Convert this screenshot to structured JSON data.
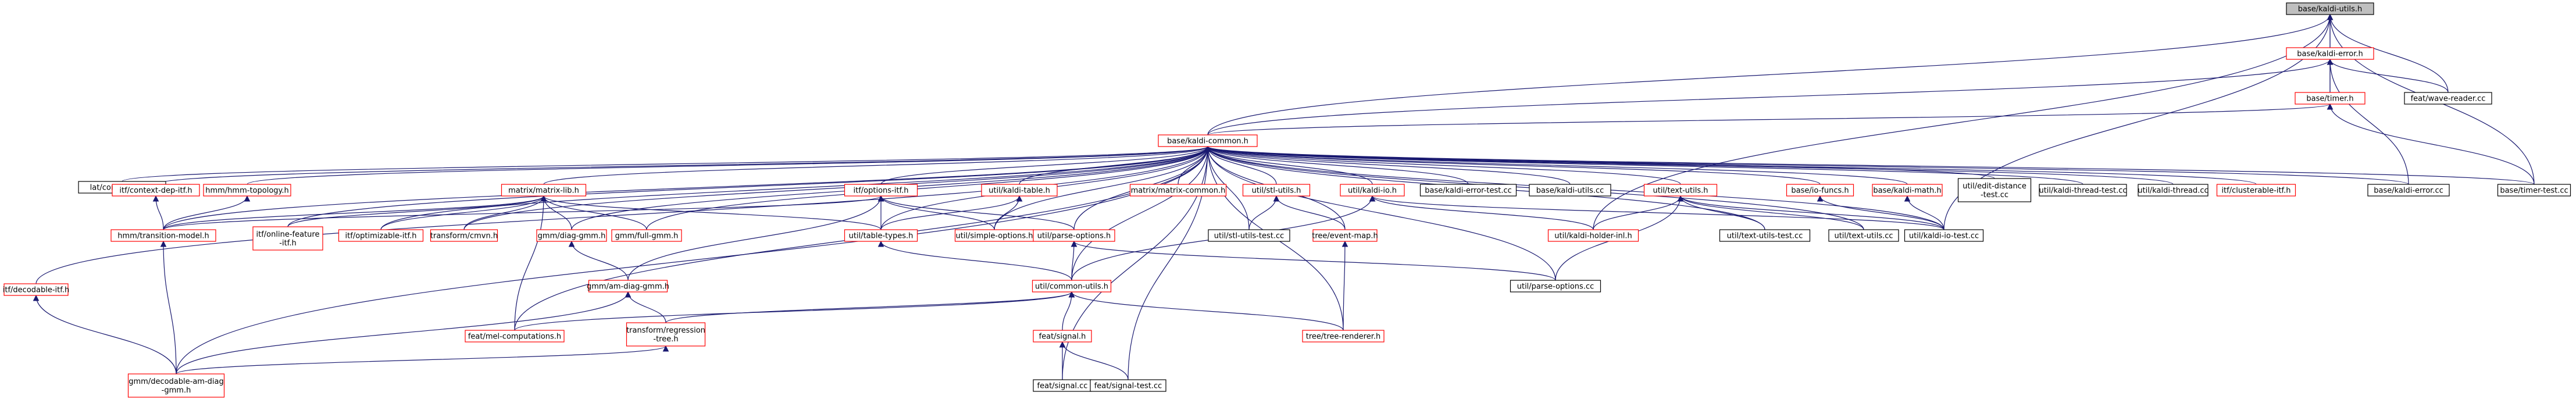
{
  "colors": {
    "edge": "#191970",
    "node_fill": "#ffffff",
    "node_border_missing": "#ff0000",
    "node_border_file": "#000000",
    "highlight_fill": "#bfbfbf",
    "highlight_border": "#000000"
  },
  "graph": {
    "nodes": [
      {
        "id": "n0",
        "lines": [
          "base/kaldi-utils.h"
        ],
        "style": "highlight"
      },
      {
        "id": "n1",
        "lines": [
          "base/kaldi-error.h"
        ],
        "style": "red"
      },
      {
        "id": "n2",
        "lines": [
          "base/timer.h"
        ],
        "style": "red"
      },
      {
        "id": "n3",
        "lines": [
          "feat/wave-reader.cc"
        ],
        "style": "black"
      },
      {
        "id": "n4",
        "lines": [
          "base/kaldi-common.h"
        ],
        "style": "red"
      },
      {
        "id": "n5",
        "lines": [
          "lat/confidence.cc"
        ],
        "style": "black"
      },
      {
        "id": "n6",
        "lines": [
          "itf/context-dep-itf.h"
        ],
        "style": "red"
      },
      {
        "id": "n7",
        "lines": [
          "hmm/hmm-topology.h"
        ],
        "style": "red"
      },
      {
        "id": "n8",
        "lines": [
          "matrix/matrix-lib.h"
        ],
        "style": "red"
      },
      {
        "id": "n9",
        "lines": [
          "itf/options-itf.h"
        ],
        "style": "red"
      },
      {
        "id": "n10",
        "lines": [
          "util/kaldi-table.h"
        ],
        "style": "red"
      },
      {
        "id": "n11",
        "lines": [
          "matrix/matrix-common.h"
        ],
        "style": "red"
      },
      {
        "id": "n12",
        "lines": [
          "util/stl-utils.h"
        ],
        "style": "red"
      },
      {
        "id": "n13",
        "lines": [
          "util/kaldi-io.h"
        ],
        "style": "red"
      },
      {
        "id": "n14",
        "lines": [
          "base/kaldi-error-test.cc"
        ],
        "style": "black"
      },
      {
        "id": "n15",
        "lines": [
          "base/kaldi-utils.cc"
        ],
        "style": "black"
      },
      {
        "id": "n16",
        "lines": [
          "util/text-utils.h"
        ],
        "style": "red"
      },
      {
        "id": "n17",
        "lines": [
          "base/io-funcs.h"
        ],
        "style": "red"
      },
      {
        "id": "n18",
        "lines": [
          "base/kaldi-math.h"
        ],
        "style": "red"
      },
      {
        "id": "n19",
        "lines": [
          "util/edit-distance",
          "-test.cc"
        ],
        "style": "black"
      },
      {
        "id": "n20",
        "lines": [
          "util/kaldi-thread-test.cc"
        ],
        "style": "black"
      },
      {
        "id": "n21",
        "lines": [
          "util/kaldi-thread.cc"
        ],
        "style": "black"
      },
      {
        "id": "n22",
        "lines": [
          "itf/clusterable-itf.h"
        ],
        "style": "red"
      },
      {
        "id": "n23",
        "lines": [
          "base/kaldi-error.cc"
        ],
        "style": "black"
      },
      {
        "id": "n24",
        "lines": [
          "base/timer-test.cc"
        ],
        "style": "black"
      },
      {
        "id": "n25",
        "lines": [
          "itf/decodable-itf.h"
        ],
        "style": "red"
      },
      {
        "id": "n26",
        "lines": [
          "hmm/transition-model.h"
        ],
        "style": "red"
      },
      {
        "id": "n27",
        "lines": [
          "itf/online-feature",
          "-itf.h"
        ],
        "style": "red"
      },
      {
        "id": "n28",
        "lines": [
          "itf/optimizable-itf.h"
        ],
        "style": "red"
      },
      {
        "id": "n29",
        "lines": [
          "transform/cmvn.h"
        ],
        "style": "red"
      },
      {
        "id": "n30",
        "lines": [
          "gmm/diag-gmm.h"
        ],
        "style": "red"
      },
      {
        "id": "n31",
        "lines": [
          "gmm/full-gmm.h"
        ],
        "style": "red"
      },
      {
        "id": "n32",
        "lines": [
          "util/table-types.h"
        ],
        "style": "red"
      },
      {
        "id": "n33",
        "lines": [
          "util/simple-options.h"
        ],
        "style": "red"
      },
      {
        "id": "n34",
        "lines": [
          "util/parse-options.h"
        ],
        "style": "red"
      },
      {
        "id": "n35",
        "lines": [
          "util/stl-utils-test.cc"
        ],
        "style": "black"
      },
      {
        "id": "n36",
        "lines": [
          "tree/event-map.h"
        ],
        "style": "red"
      },
      {
        "id": "n37",
        "lines": [
          "util/kaldi-holder-inl.h"
        ],
        "style": "red"
      },
      {
        "id": "n38",
        "lines": [
          "util/text-utils-test.cc"
        ],
        "style": "black"
      },
      {
        "id": "n39",
        "lines": [
          "util/text-utils.cc"
        ],
        "style": "black"
      },
      {
        "id": "n40",
        "lines": [
          "util/kaldi-io-test.cc"
        ],
        "style": "black"
      },
      {
        "id": "n41",
        "lines": [
          "gmm/am-diag-gmm.h"
        ],
        "style": "red"
      },
      {
        "id": "n42",
        "lines": [
          "util/common-utils.h"
        ],
        "style": "red"
      },
      {
        "id": "n43",
        "lines": [
          "util/parse-options.cc"
        ],
        "style": "black"
      },
      {
        "id": "n44",
        "lines": [
          "feat/mel-computations.h"
        ],
        "style": "red"
      },
      {
        "id": "n45",
        "lines": [
          "transform/regression",
          "-tree.h"
        ],
        "style": "red"
      },
      {
        "id": "n46",
        "lines": [
          "feat/signal.h"
        ],
        "style": "red"
      },
      {
        "id": "n47",
        "lines": [
          "tree/tree-renderer.h"
        ],
        "style": "red"
      },
      {
        "id": "n48",
        "lines": [
          "gmm/decodable-am-diag",
          "-gmm.h"
        ],
        "style": "red"
      },
      {
        "id": "n49",
        "lines": [
          "feat/signal.cc"
        ],
        "style": "black"
      },
      {
        "id": "n50",
        "lines": [
          "feat/signal-test.cc"
        ],
        "style": "black"
      }
    ],
    "edges": [
      [
        "n1",
        "n0"
      ],
      [
        "n2",
        "n0"
      ],
      [
        "n4",
        "n0"
      ],
      [
        "n3",
        "n0"
      ],
      [
        "n24",
        "n0"
      ],
      [
        "n37",
        "n0"
      ],
      [
        "n40",
        "n0"
      ],
      [
        "n2",
        "n1"
      ],
      [
        "n4",
        "n1"
      ],
      [
        "n3",
        "n1"
      ],
      [
        "n23",
        "n1"
      ],
      [
        "n4",
        "n2"
      ],
      [
        "n24",
        "n2"
      ],
      [
        "n23",
        "n4"
      ],
      [
        "n24",
        "n4"
      ],
      [
        "n5",
        "n4"
      ],
      [
        "n6",
        "n4"
      ],
      [
        "n7",
        "n4"
      ],
      [
        "n8",
        "n4"
      ],
      [
        "n9",
        "n4"
      ],
      [
        "n10",
        "n4"
      ],
      [
        "n11",
        "n4"
      ],
      [
        "n12",
        "n4"
      ],
      [
        "n13",
        "n4"
      ],
      [
        "n14",
        "n4"
      ],
      [
        "n15",
        "n4"
      ],
      [
        "n16",
        "n4"
      ],
      [
        "n17",
        "n4"
      ],
      [
        "n18",
        "n4"
      ],
      [
        "n19",
        "n4"
      ],
      [
        "n20",
        "n4"
      ],
      [
        "n21",
        "n4"
      ],
      [
        "n22",
        "n4"
      ],
      [
        "n25",
        "n4"
      ],
      [
        "n26",
        "n4"
      ],
      [
        "n27",
        "n4"
      ],
      [
        "n28",
        "n4"
      ],
      [
        "n29",
        "n4"
      ],
      [
        "n30",
        "n4"
      ],
      [
        "n31",
        "n4"
      ],
      [
        "n32",
        "n4"
      ],
      [
        "n33",
        "n4"
      ],
      [
        "n34",
        "n4"
      ],
      [
        "n35",
        "n4"
      ],
      [
        "n36",
        "n4"
      ],
      [
        "n38",
        "n4"
      ],
      [
        "n39",
        "n4"
      ],
      [
        "n40",
        "n4"
      ],
      [
        "n42",
        "n4"
      ],
      [
        "n43",
        "n4"
      ],
      [
        "n44",
        "n4"
      ],
      [
        "n47",
        "n4"
      ],
      [
        "n48",
        "n4"
      ],
      [
        "n49",
        "n4"
      ],
      [
        "n50",
        "n4"
      ],
      [
        "n26",
        "n6"
      ],
      [
        "n26",
        "n7"
      ],
      [
        "n26",
        "n8"
      ],
      [
        "n27",
        "n8"
      ],
      [
        "n28",
        "n8"
      ],
      [
        "n29",
        "n8"
      ],
      [
        "n30",
        "n8"
      ],
      [
        "n31",
        "n8"
      ],
      [
        "n32",
        "n8"
      ],
      [
        "n44",
        "n8"
      ],
      [
        "n26",
        "n9"
      ],
      [
        "n32",
        "n9"
      ],
      [
        "n33",
        "n9"
      ],
      [
        "n34",
        "n9"
      ],
      [
        "n41",
        "n9"
      ],
      [
        "n32",
        "n10"
      ],
      [
        "n33",
        "n10"
      ],
      [
        "n35",
        "n12"
      ],
      [
        "n36",
        "n12"
      ],
      [
        "n37",
        "n13"
      ],
      [
        "n40",
        "n13"
      ],
      [
        "n42",
        "n13"
      ],
      [
        "n37",
        "n16"
      ],
      [
        "n38",
        "n16"
      ],
      [
        "n39",
        "n16"
      ],
      [
        "n40",
        "n16"
      ],
      [
        "n43",
        "n16"
      ],
      [
        "n40",
        "n17"
      ],
      [
        "n40",
        "n18"
      ],
      [
        "n48",
        "n25"
      ],
      [
        "n48",
        "n26"
      ],
      [
        "n41",
        "n30"
      ],
      [
        "n42",
        "n32"
      ],
      [
        "n42",
        "n34"
      ],
      [
        "n43",
        "n34"
      ],
      [
        "n47",
        "n36"
      ],
      [
        "n45",
        "n41"
      ],
      [
        "n48",
        "n41"
      ],
      [
        "n44",
        "n42"
      ],
      [
        "n45",
        "n42"
      ],
      [
        "n46",
        "n42"
      ],
      [
        "n47",
        "n42"
      ],
      [
        "n48",
        "n45"
      ],
      [
        "n49",
        "n46"
      ],
      [
        "n50",
        "n46"
      ]
    ]
  }
}
